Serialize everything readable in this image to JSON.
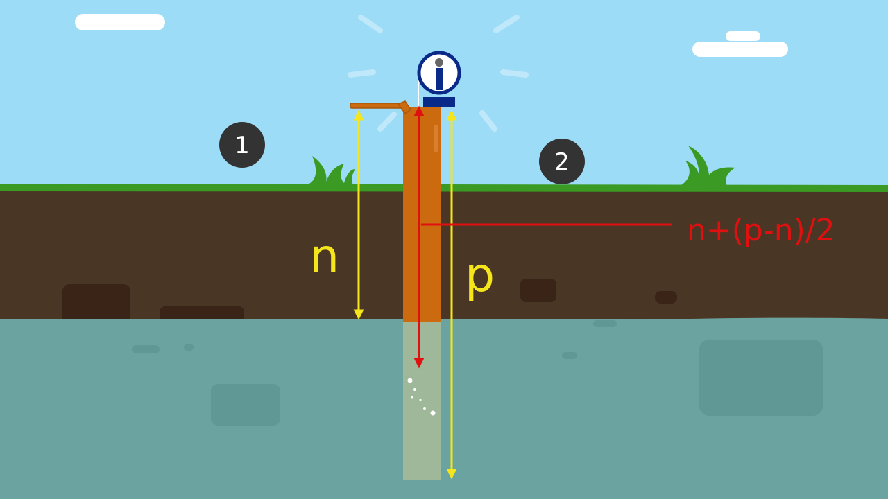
{
  "labels": {
    "n": "n",
    "p": "p",
    "formula": "n+(p-n)/2"
  },
  "badges": [
    "1",
    "2"
  ],
  "colors": {
    "sky": "#9ddcf6",
    "cloud": "#ffffff",
    "grass": "#3a9a23",
    "soil": "#4a3624",
    "soil_rock": "#3a2418",
    "water": "#6aa39f",
    "pipe": "#cc6a10",
    "pipe_submerged": "#9fb89a",
    "yellow_arrow": "#f5e51b",
    "red_arrow": "#e01010",
    "badge": "#333333",
    "gauge_blue": "#0a2a8a"
  },
  "icons": [
    "info-gauge-icon",
    "grass-tuft-icon",
    "cloud-icon"
  ]
}
